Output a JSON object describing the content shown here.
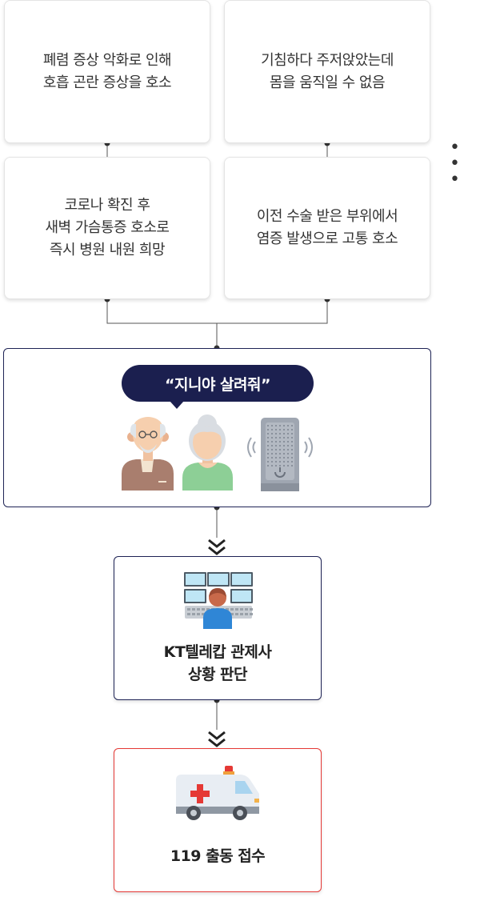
{
  "symptoms": [
    {
      "text": "폐렴 증상 악화로 인해\n호흡 곤란 증상을 호소"
    },
    {
      "text": "기침하다 주저앉았는데\n몸을 움직일 수 없음"
    },
    {
      "text": "코로나 확진 후\n새벽 가슴통증 호소로\n즉시 병원 내원 희망"
    },
    {
      "text": "이전 수술 받은 부위에서\n염증 발생으로 고통 호소"
    }
  ],
  "more_indicator": "• • •",
  "voice_command": "“지니야 살려줘”",
  "control_center": {
    "label": "KT텔레캅 관제사\n상황 판단"
  },
  "ambulance": {
    "label": "119 출동 접수"
  },
  "colors": {
    "navy": "#1b1f4f",
    "red": "#e53935",
    "border": "#e4e4e4"
  },
  "icons": [
    "elderly-man-icon",
    "elderly-woman-icon",
    "ai-speaker-icon",
    "control-monitor-icon",
    "ambulance-icon",
    "double-chevron-down-icon"
  ]
}
